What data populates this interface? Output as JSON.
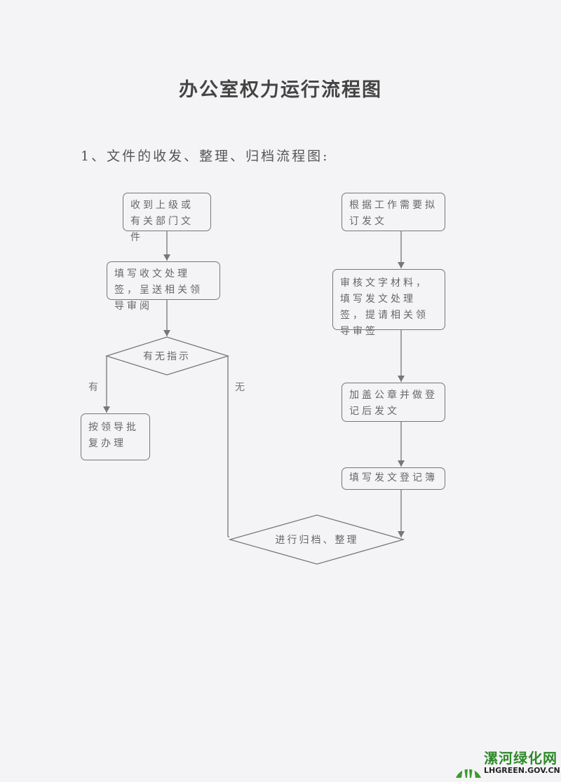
{
  "title": "办公室权力运行流程图",
  "subtitle": "1、文件的收发、整理、归档流程图:",
  "left_flow": {
    "step1": "收到上级或有关部门文件",
    "step2": "填写收文处理签，呈送相关领导审阅",
    "decision": "有无指示",
    "yes_label": "有",
    "no_label": "无",
    "yes_step": "按领导批复办理"
  },
  "right_flow": {
    "step1": "根据工作需要拟订发文",
    "step2": "审核文字材料，填写发文处理签，提请相关领导审签",
    "step3": "加盖公章并做登记后发文",
    "step4": "填写发文登记簿"
  },
  "final_step": "进行归档、整理",
  "watermark": {
    "name": "漯河绿化网",
    "url": "LHGREEN.GOV.CN",
    "color": "#2f8a2a"
  }
}
